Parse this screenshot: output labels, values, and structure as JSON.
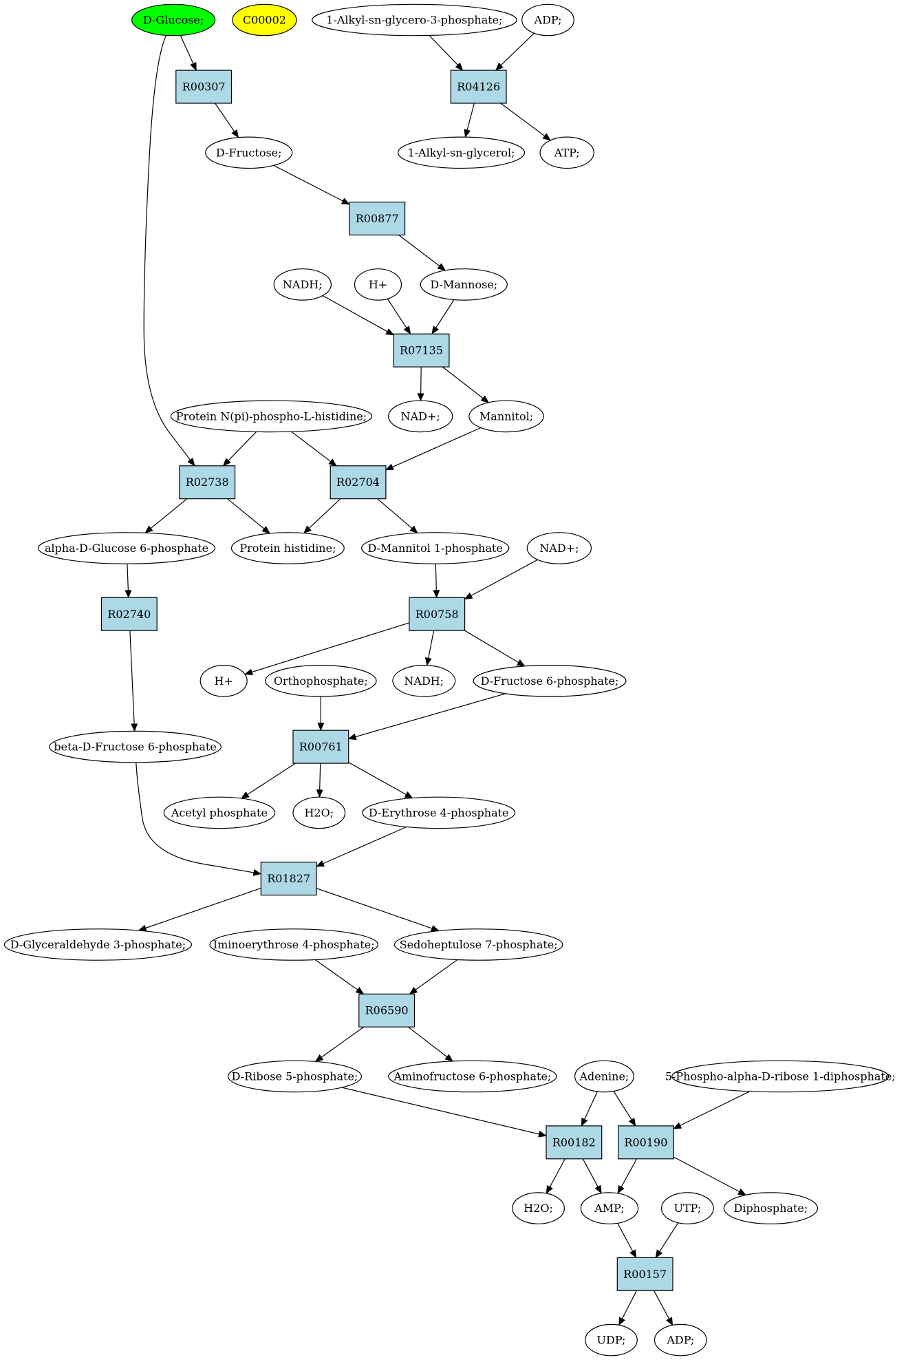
{
  "colors": {
    "reaction_fill": "#add8e6",
    "start_fill": "#00ff00",
    "highlight_fill": "#ffff00",
    "compound_fill": "#ffffff",
    "stroke": "#000000"
  },
  "nodes": {
    "dglucose": {
      "label": "D-Glucose;",
      "kind": "start"
    },
    "c00002": {
      "label": "C00002",
      "kind": "highlight"
    },
    "alkylglycero3p": {
      "label": "1-Alkyl-sn-glycero-3-phosphate;",
      "kind": "compound"
    },
    "adp1": {
      "label": "ADP;",
      "kind": "compound"
    },
    "r00307": {
      "label": "R00307",
      "kind": "reaction"
    },
    "r04126": {
      "label": "R04126",
      "kind": "reaction"
    },
    "dfructose": {
      "label": "D-Fructose;",
      "kind": "compound"
    },
    "alkylglycerol": {
      "label": "1-Alkyl-sn-glycerol;",
      "kind": "compound"
    },
    "atp": {
      "label": "ATP;",
      "kind": "compound"
    },
    "r00877": {
      "label": "R00877",
      "kind": "reaction"
    },
    "nadh1": {
      "label": "NADH;",
      "kind": "compound"
    },
    "hplus1": {
      "label": "H+",
      "kind": "compound"
    },
    "dmannose": {
      "label": "D-Mannose;",
      "kind": "compound"
    },
    "r07135": {
      "label": "R07135",
      "kind": "reaction"
    },
    "nadplus1": {
      "label": "NAD+;",
      "kind": "compound"
    },
    "mannitol": {
      "label": "Mannitol;",
      "kind": "compound"
    },
    "proteinnpi": {
      "label": "Protein N(pi)-phospho-L-histidine;",
      "kind": "compound"
    },
    "r02738": {
      "label": "R02738",
      "kind": "reaction"
    },
    "r02704": {
      "label": "R02704",
      "kind": "reaction"
    },
    "adg6p": {
      "label": "alpha-D-Glucose 6-phosphate",
      "kind": "compound"
    },
    "proteinhis": {
      "label": "Protein histidine;",
      "kind": "compound"
    },
    "dmannitol1p": {
      "label": "D-Mannitol 1-phosphate",
      "kind": "compound"
    },
    "nadplus2": {
      "label": "NAD+;",
      "kind": "compound"
    },
    "r02740": {
      "label": "R02740",
      "kind": "reaction"
    },
    "r00758": {
      "label": "R00758",
      "kind": "reaction"
    },
    "hplus2": {
      "label": "H+",
      "kind": "compound"
    },
    "orthophosphate": {
      "label": "Orthophosphate;",
      "kind": "compound"
    },
    "nadh2": {
      "label": "NADH;",
      "kind": "compound"
    },
    "df6p": {
      "label": "D-Fructose 6-phosphate;",
      "kind": "compound"
    },
    "bdf6p": {
      "label": "beta-D-Fructose 6-phosphate",
      "kind": "compound"
    },
    "r00761": {
      "label": "R00761",
      "kind": "reaction"
    },
    "acetylp": {
      "label": "Acetyl phosphate",
      "kind": "compound"
    },
    "h2o1": {
      "label": "H2O;",
      "kind": "compound"
    },
    "de4p": {
      "label": "D-Erythrose 4-phosphate",
      "kind": "compound"
    },
    "r01827": {
      "label": "R01827",
      "kind": "reaction"
    },
    "dg3p": {
      "label": "D-Glyceraldehyde 3-phosphate;",
      "kind": "compound"
    },
    "iminoe4p": {
      "label": "Iminoerythrose 4-phosphate;",
      "kind": "compound"
    },
    "s7p": {
      "label": "Sedoheptulose 7-phosphate;",
      "kind": "compound"
    },
    "r06590": {
      "label": "R06590",
      "kind": "reaction"
    },
    "dr5p": {
      "label": "D-Ribose 5-phosphate;",
      "kind": "compound"
    },
    "aminof6p": {
      "label": "Aminofructose 6-phosphate;",
      "kind": "compound"
    },
    "adenine": {
      "label": "Adenine;",
      "kind": "compound"
    },
    "prpp": {
      "label": "5-Phospho-alpha-D-ribose 1-diphosphate;",
      "kind": "compound"
    },
    "r00182": {
      "label": "R00182",
      "kind": "reaction"
    },
    "r00190": {
      "label": "R00190",
      "kind": "reaction"
    },
    "h2o2": {
      "label": "H2O;",
      "kind": "compound"
    },
    "amp": {
      "label": "AMP;",
      "kind": "compound"
    },
    "utp": {
      "label": "UTP;",
      "kind": "compound"
    },
    "diphosphate": {
      "label": "Diphosphate;",
      "kind": "compound"
    },
    "r00157": {
      "label": "R00157",
      "kind": "reaction"
    },
    "udp": {
      "label": "UDP;",
      "kind": "compound"
    },
    "adp2": {
      "label": "ADP;",
      "kind": "compound"
    }
  },
  "edges": [
    [
      "dglucose",
      "r00307"
    ],
    [
      "dglucose",
      "r02738"
    ],
    [
      "alkylglycero3p",
      "r04126"
    ],
    [
      "adp1",
      "r04126"
    ],
    [
      "r00307",
      "dfructose"
    ],
    [
      "r04126",
      "alkylglycerol"
    ],
    [
      "r04126",
      "atp"
    ],
    [
      "dfructose",
      "r00877"
    ],
    [
      "r00877",
      "dmannose"
    ],
    [
      "nadh1",
      "r07135"
    ],
    [
      "hplus1",
      "r07135"
    ],
    [
      "dmannose",
      "r07135"
    ],
    [
      "r07135",
      "nadplus1"
    ],
    [
      "r07135",
      "mannitol"
    ],
    [
      "proteinnpi",
      "r02738"
    ],
    [
      "proteinnpi",
      "r02704"
    ],
    [
      "mannitol",
      "r02704"
    ],
    [
      "r02738",
      "adg6p"
    ],
    [
      "r02738",
      "proteinhis"
    ],
    [
      "r02704",
      "proteinhis"
    ],
    [
      "r02704",
      "dmannitol1p"
    ],
    [
      "adg6p",
      "r02740"
    ],
    [
      "dmannitol1p",
      "r00758"
    ],
    [
      "nadplus2",
      "r00758"
    ],
    [
      "r02740",
      "bdf6p"
    ],
    [
      "r00758",
      "hplus2"
    ],
    [
      "r00758",
      "nadh2"
    ],
    [
      "r00758",
      "df6p"
    ],
    [
      "orthophosphate",
      "r00761"
    ],
    [
      "df6p",
      "r00761"
    ],
    [
      "r00761",
      "acetylp"
    ],
    [
      "r00761",
      "h2o1"
    ],
    [
      "r00761",
      "de4p"
    ],
    [
      "bdf6p",
      "r01827"
    ],
    [
      "de4p",
      "r01827"
    ],
    [
      "r01827",
      "dg3p"
    ],
    [
      "r01827",
      "s7p"
    ],
    [
      "iminoe4p",
      "r06590"
    ],
    [
      "s7p",
      "r06590"
    ],
    [
      "r06590",
      "dr5p"
    ],
    [
      "r06590",
      "aminof6p"
    ],
    [
      "dr5p",
      "r00182"
    ],
    [
      "adenine",
      "r00182"
    ],
    [
      "adenine",
      "r00190"
    ],
    [
      "prpp",
      "r00190"
    ],
    [
      "r00182",
      "h2o2"
    ],
    [
      "r00182",
      "amp"
    ],
    [
      "r00190",
      "amp"
    ],
    [
      "r00190",
      "diphosphate"
    ],
    [
      "amp",
      "r00157"
    ],
    [
      "utp",
      "r00157"
    ],
    [
      "r00157",
      "udp"
    ],
    [
      "r00157",
      "adp2"
    ]
  ]
}
